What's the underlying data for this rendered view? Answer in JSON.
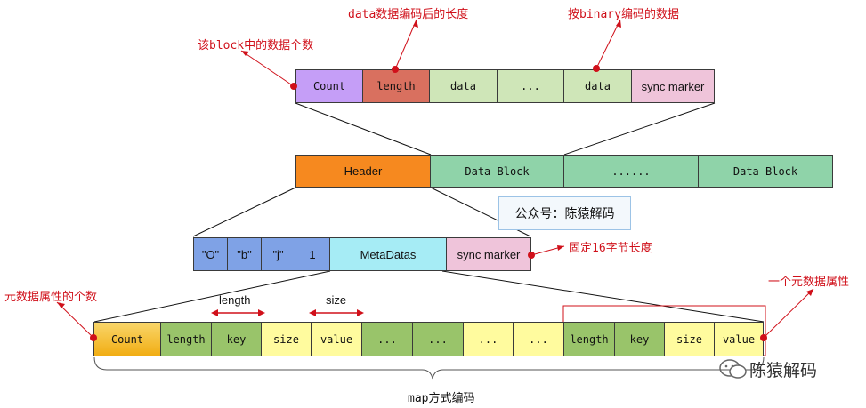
{
  "annotations": {
    "block_count": "该block中的数据个数",
    "data_length": "data数据编码后的长度",
    "binary_data": "按binary编码的数据",
    "fixed_16": "固定16字节长度",
    "meta_count": "元数据属性的个数",
    "one_meta_attr": "一个元数据属性",
    "map_encoding": "map方式编码"
  },
  "notice": "公众号：陈猿解码",
  "watermark": "陈猿解码",
  "block_row": {
    "cells": [
      "Count",
      "length",
      "data",
      "...",
      "data",
      "sync marker"
    ]
  },
  "file_row": {
    "cells": [
      "Header",
      "Data Block",
      "......",
      "Data Block"
    ]
  },
  "header_row": {
    "cells": [
      "\"O\"",
      "\"b\"",
      "\"j\"",
      "1",
      "MetaDatas",
      "sync marker"
    ]
  },
  "meta_row": {
    "cells": [
      "Count",
      "length",
      "key",
      "size",
      "value",
      "...",
      "...",
      "...",
      "...",
      "length",
      "key",
      "size",
      "value"
    ]
  },
  "dimensions": {
    "length_label": "length",
    "size_label": "size"
  },
  "colors": {
    "annotation_red": "#d0101a",
    "count_purple": "#c59ef7",
    "length_red": "#d9705f",
    "data_green": "#cfe6b8",
    "sync_pink": "#efc4da",
    "header_orange": "#f6891f",
    "datablock_green": "#8fd3a9",
    "magic_blue": "#7fa2e6",
    "metadatas_cyan": "#a6ecf5",
    "meta_count_yellow": "#f7c433",
    "meta_green": "#99c46a",
    "meta_yellow": "#fffb9e"
  }
}
